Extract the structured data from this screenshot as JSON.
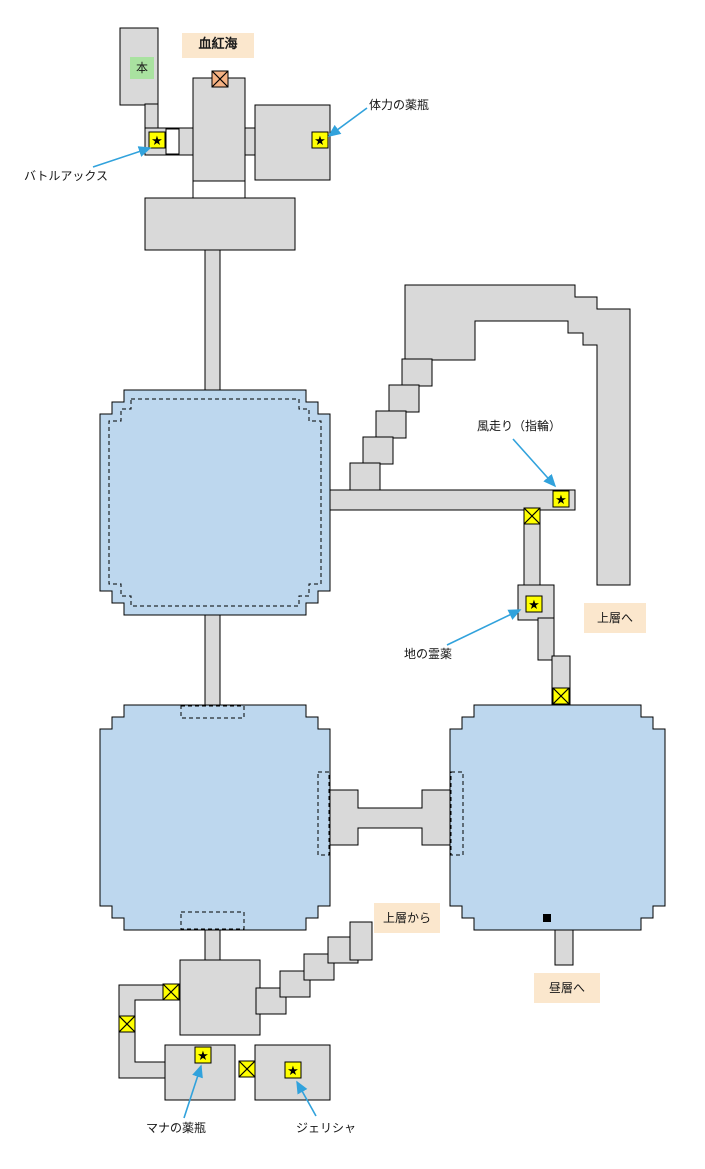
{
  "labels": {
    "area": "血紅海",
    "book": "本",
    "battle_axe": "バトルアックス",
    "hp_potion": "体力の薬瓶",
    "wind_ring": "風走り（指輪）",
    "earth_elixir": "地の霊薬",
    "to_upper": "上層へ",
    "from_upper": "上層から",
    "to_lower": "昼層へ",
    "mana_potion": "マナの薬瓶",
    "jelisha": "ジェリシャ"
  },
  "icons": {
    "star": "★",
    "cross": "╳",
    "exit_dot": "■"
  },
  "colors": {
    "corridor": "#d9d9d9",
    "room": "#bdd7ee",
    "outline": "#000000",
    "label_bg": "#fbe7cd",
    "book_bg": "#a9e2a0",
    "marker_bg": "#ffff00",
    "entrance_marker_bg": "#f4b183",
    "arrow": "#31a2dc"
  }
}
